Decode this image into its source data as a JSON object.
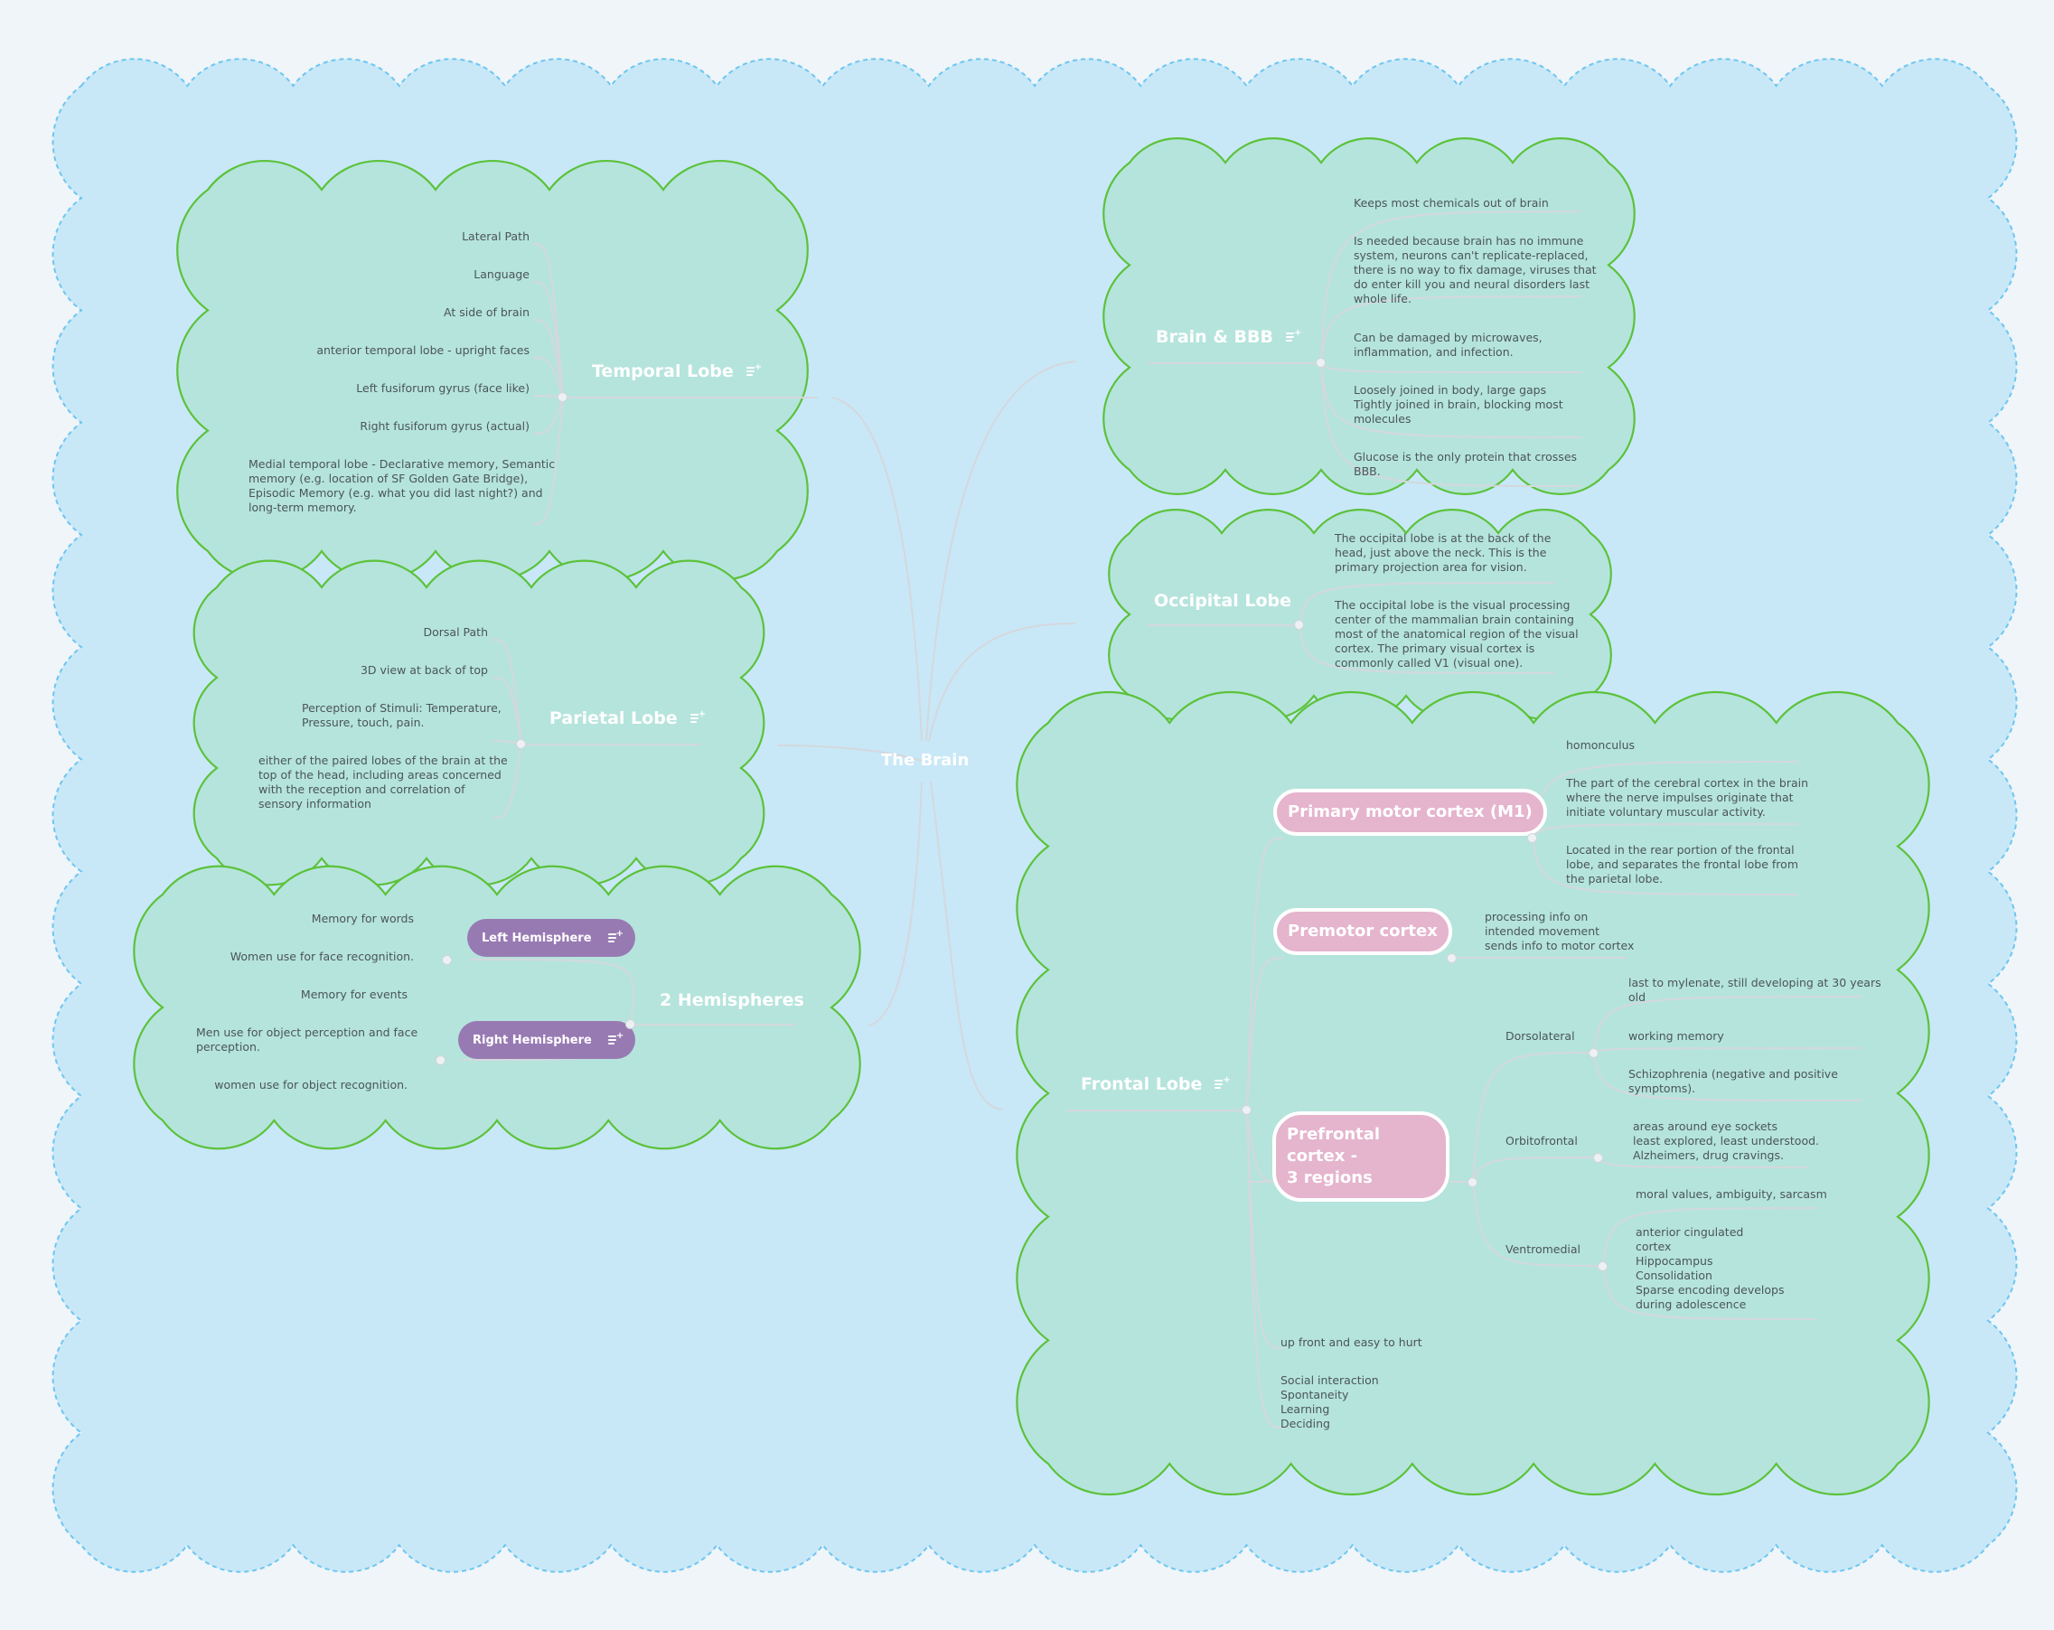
{
  "colors": {
    "page_bg": "#eff5f8",
    "boundary_fill": "#c8e8f8",
    "boundary_stroke": "#6ec6f0",
    "cloud_fill": "#b5e4dc",
    "cloud_overlap_fill": "#a8e0c0",
    "cloud_stroke": "#5cc23a",
    "connector": "#d4d8dc",
    "pill_purple": "#987ab3",
    "pill_pink": "#e5b4cd"
  },
  "root": {
    "label": "The Brain"
  },
  "topics": {
    "temporal": {
      "label": "Temporal Lobe",
      "items": [
        "Lateral Path",
        "Language",
        "At side of brain",
        "anterior temporal lobe - upright faces",
        "Left fusiforum gyrus (face like)",
        "Right fusiforum gyrus (actual)",
        "Medial temporal lobe - Declarative memory, Semantic\nmemory (e.g. location of SF Golden Gate Bridge),\nEpisodic Memory (e.g. what you did last night?) and\nlong-term memory."
      ]
    },
    "parietal": {
      "label": "Parietal Lobe",
      "items": [
        "Dorsal Path",
        "3D view at back of top",
        "Perception of Stimuli: Temperature,\nPressure, touch, pain.",
        "either of the paired lobes of the brain at the\ntop of the head, including areas concerned\nwith the reception and correlation of\nsensory information"
      ]
    },
    "hemispheres": {
      "label": "2 Hemispheres",
      "left": {
        "label": "Left Hemisphere",
        "items": [
          "Memory for words",
          "Women use for face recognition."
        ]
      },
      "right": {
        "label": "Right Hemisphere",
        "items": [
          "Memory for events",
          "Men use for object perception and face\nperception.",
          "women use for object recognition."
        ]
      }
    },
    "bbb": {
      "label": "Brain & BBB",
      "items": [
        "Keeps most chemicals out of brain",
        "Is needed because brain has no immune\nsystem, neurons can't replicate-replaced,\nthere is no way to fix damage, viruses that\ndo enter kill you and neural disorders last\nwhole life.",
        "Can be damaged by microwaves,\ninflammation, and infection.",
        "Loosely joined in body, large gaps\nTightly joined in brain, blocking most\nmolecules",
        "Glucose is the only protein that crosses\nBBB."
      ]
    },
    "occipital": {
      "label": "Occipital Lobe",
      "items": [
        "The occipital lobe is at the back of the\nhead, just above the neck. This is the\nprimary projection area for vision.",
        "The occipital lobe is the visual processing\ncenter of the mammalian brain containing\nmost of the anatomical region of the visual\ncortex. The primary visual cortex is\ncommonly called V1 (visual one)."
      ]
    },
    "frontal": {
      "label": "Frontal Lobe",
      "m1": {
        "label": "Primary motor cortex (M1)",
        "items": [
          "homonculus",
          "The part of the cerebral cortex in the brain\nwhere the nerve impulses originate that\ninitiate voluntary muscular activity.",
          "Located in the rear portion of the frontal\nlobe, and separates the frontal lobe from\nthe parietal lobe."
        ]
      },
      "premotor": {
        "label": "Premotor cortex",
        "items": [
          "processing info on\nintended movement\nsends info to motor cortex"
        ]
      },
      "prefrontal": {
        "label": "Prefrontal cortex -\n3 regions",
        "dorsolateral": {
          "label": "Dorsolateral",
          "items": [
            "last to mylenate, still developing at 30 years\nold",
            "working memory",
            "Schizophrenia (negative and positive\nsymptoms)."
          ]
        },
        "orbitofrontal": {
          "label": "Orbitofrontal",
          "items": [
            "areas around eye sockets\nleast explored, least understood.\nAlzheimers, drug cravings."
          ]
        },
        "ventromedial": {
          "label": "Ventromedial",
          "items": [
            "moral values, ambiguity, sarcasm",
            "anterior cingulated\ncortex\nHippocampus\nConsolidation\nSparse encoding            develops\nduring adolescence"
          ]
        }
      },
      "items": [
        "up front and easy to hurt",
        "Social interaction\nSpontaneity\nLearning\nDeciding"
      ]
    }
  }
}
